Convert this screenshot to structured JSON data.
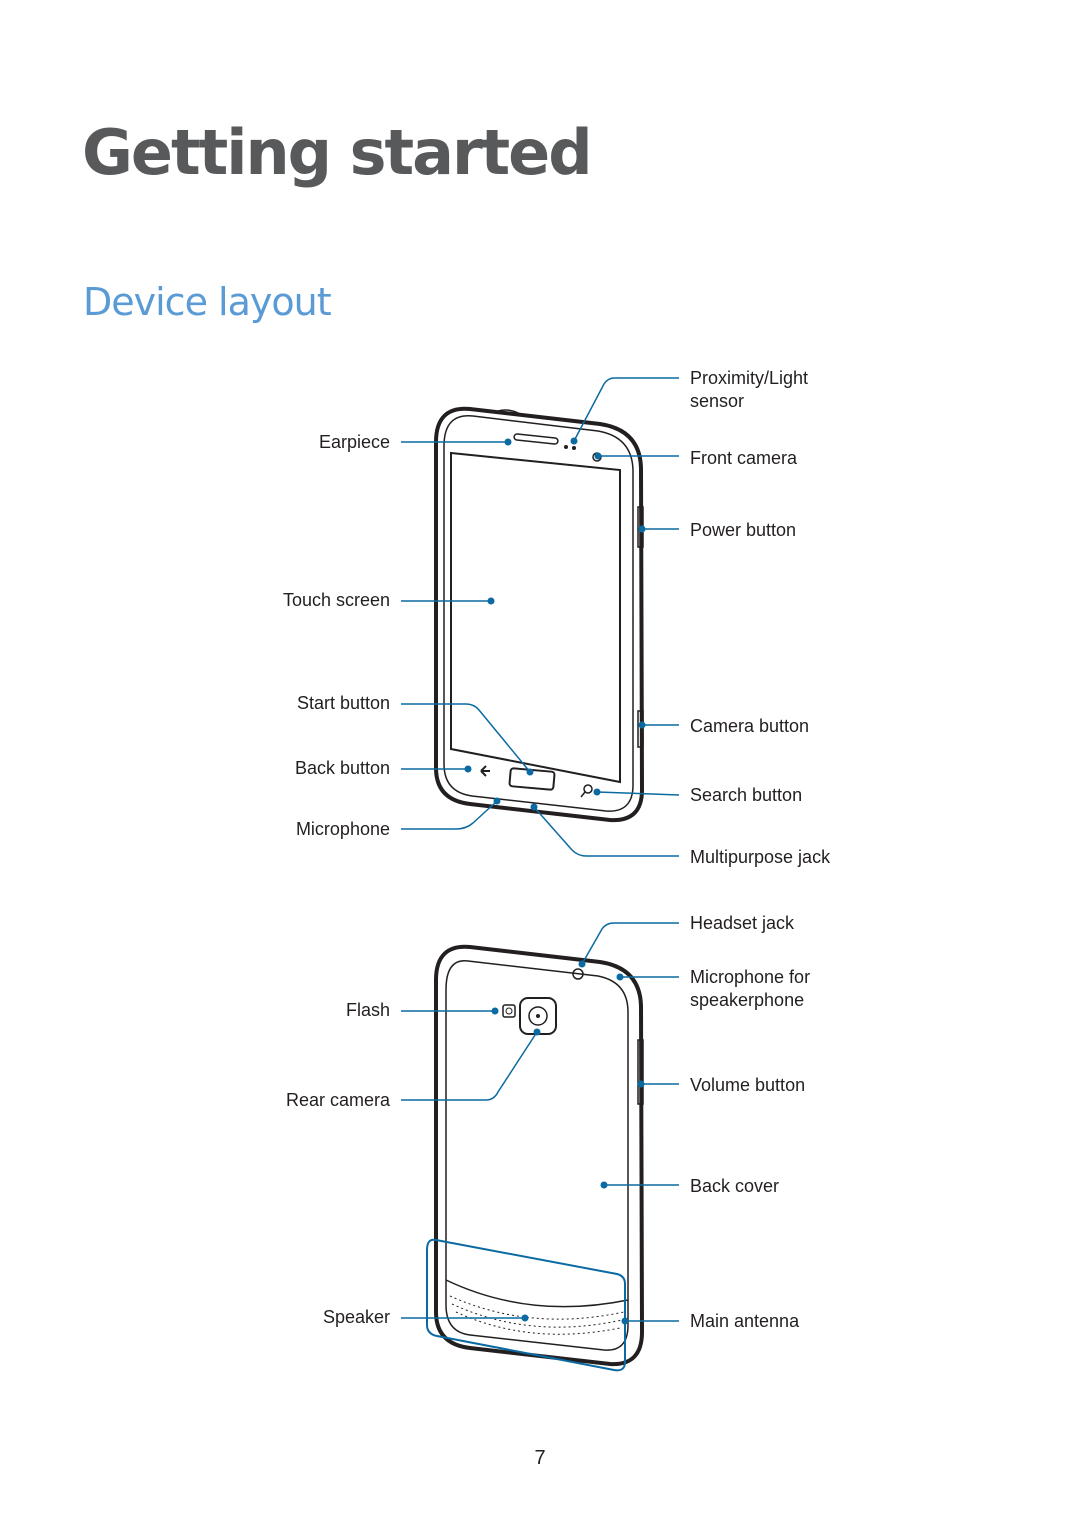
{
  "heading": "Getting started",
  "section": "Device layout",
  "front_labels": {
    "proximity_light": "Proximity/Light",
    "proximity_light_2": "sensor",
    "earpiece": "Earpiece",
    "front_camera": "Front camera",
    "power_button": "Power button",
    "touch_screen": "Touch screen",
    "start_button": "Start button",
    "camera_button": "Camera button",
    "back_button": "Back button",
    "search_button": "Search button",
    "microphone": "Microphone",
    "multipurpose_jack": "Multipurpose jack"
  },
  "back_labels": {
    "headset_jack": "Headset jack",
    "microphone_speakerphone": "Microphone for",
    "microphone_speakerphone_2": "speakerphone",
    "flash": "Flash",
    "volume_button": "Volume button",
    "rear_camera": "Rear camera",
    "back_cover": "Back cover",
    "speaker": "Speaker",
    "main_antenna": "Main antenna"
  },
  "page_number": "7",
  "colors": {
    "heading": "#58595b",
    "section": "#5b9bd5",
    "callout": "#0a6aa1",
    "outline": "#231f20"
  }
}
